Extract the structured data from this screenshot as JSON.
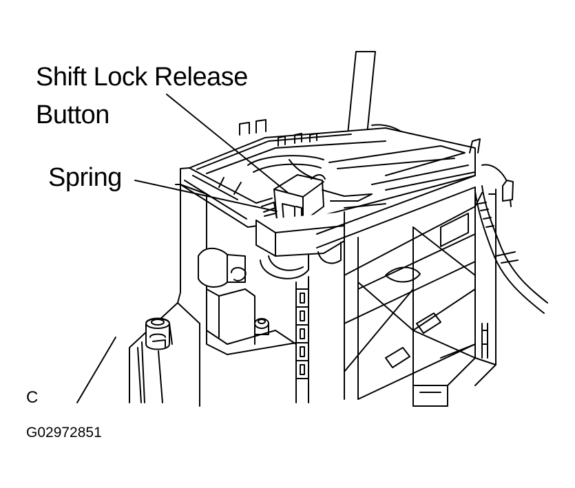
{
  "callouts": {
    "release_button_line1": "Shift Lock Release",
    "release_button_line2": "Button",
    "spring": "Spring"
  },
  "view_letter": "C",
  "figure_id": "G02972851",
  "colors": {
    "ink": "#000000",
    "paper": "#ffffff"
  }
}
